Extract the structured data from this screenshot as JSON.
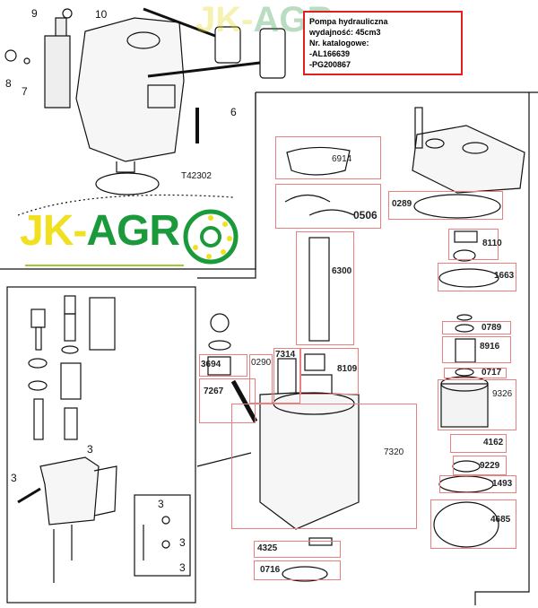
{
  "info_box": {
    "lines": [
      "Pompa hydrauliczna",
      "wydajność: 45cm3",
      "Nr. katalogowe:",
      "-AL166639",
      "-PG200867"
    ]
  },
  "logo": {
    "part1": "JK-",
    "part2": "AGR"
  },
  "top_callouts": {
    "c9": "9",
    "c10": "10",
    "c8": "8",
    "c7": "7",
    "c6": "6",
    "oring": "T42302"
  },
  "left_callouts": [
    "3",
    "3",
    "3",
    "3",
    "3"
  ],
  "parts": {
    "p6914": "6914",
    "p0506": "0506",
    "p0289": "0289",
    "p8110": "8110",
    "p6300": "6300",
    "p1663": "1663",
    "p0789": "0789",
    "p8916": "8916",
    "p0717": "0717",
    "p9326": "9326",
    "p3694": "3694",
    "p0290": "0290",
    "p7314": "7314",
    "p8109": "8109",
    "p7267": "7267",
    "p7320": "7320",
    "p4162": "4162",
    "p9229": "9229",
    "p1493": "1493",
    "p4685": "4685",
    "p4325": "4325",
    "p0716": "0716"
  },
  "colors": {
    "highlight": "#e02020",
    "logo_yellow": "#f0e020",
    "logo_green": "#1a9a3a"
  }
}
